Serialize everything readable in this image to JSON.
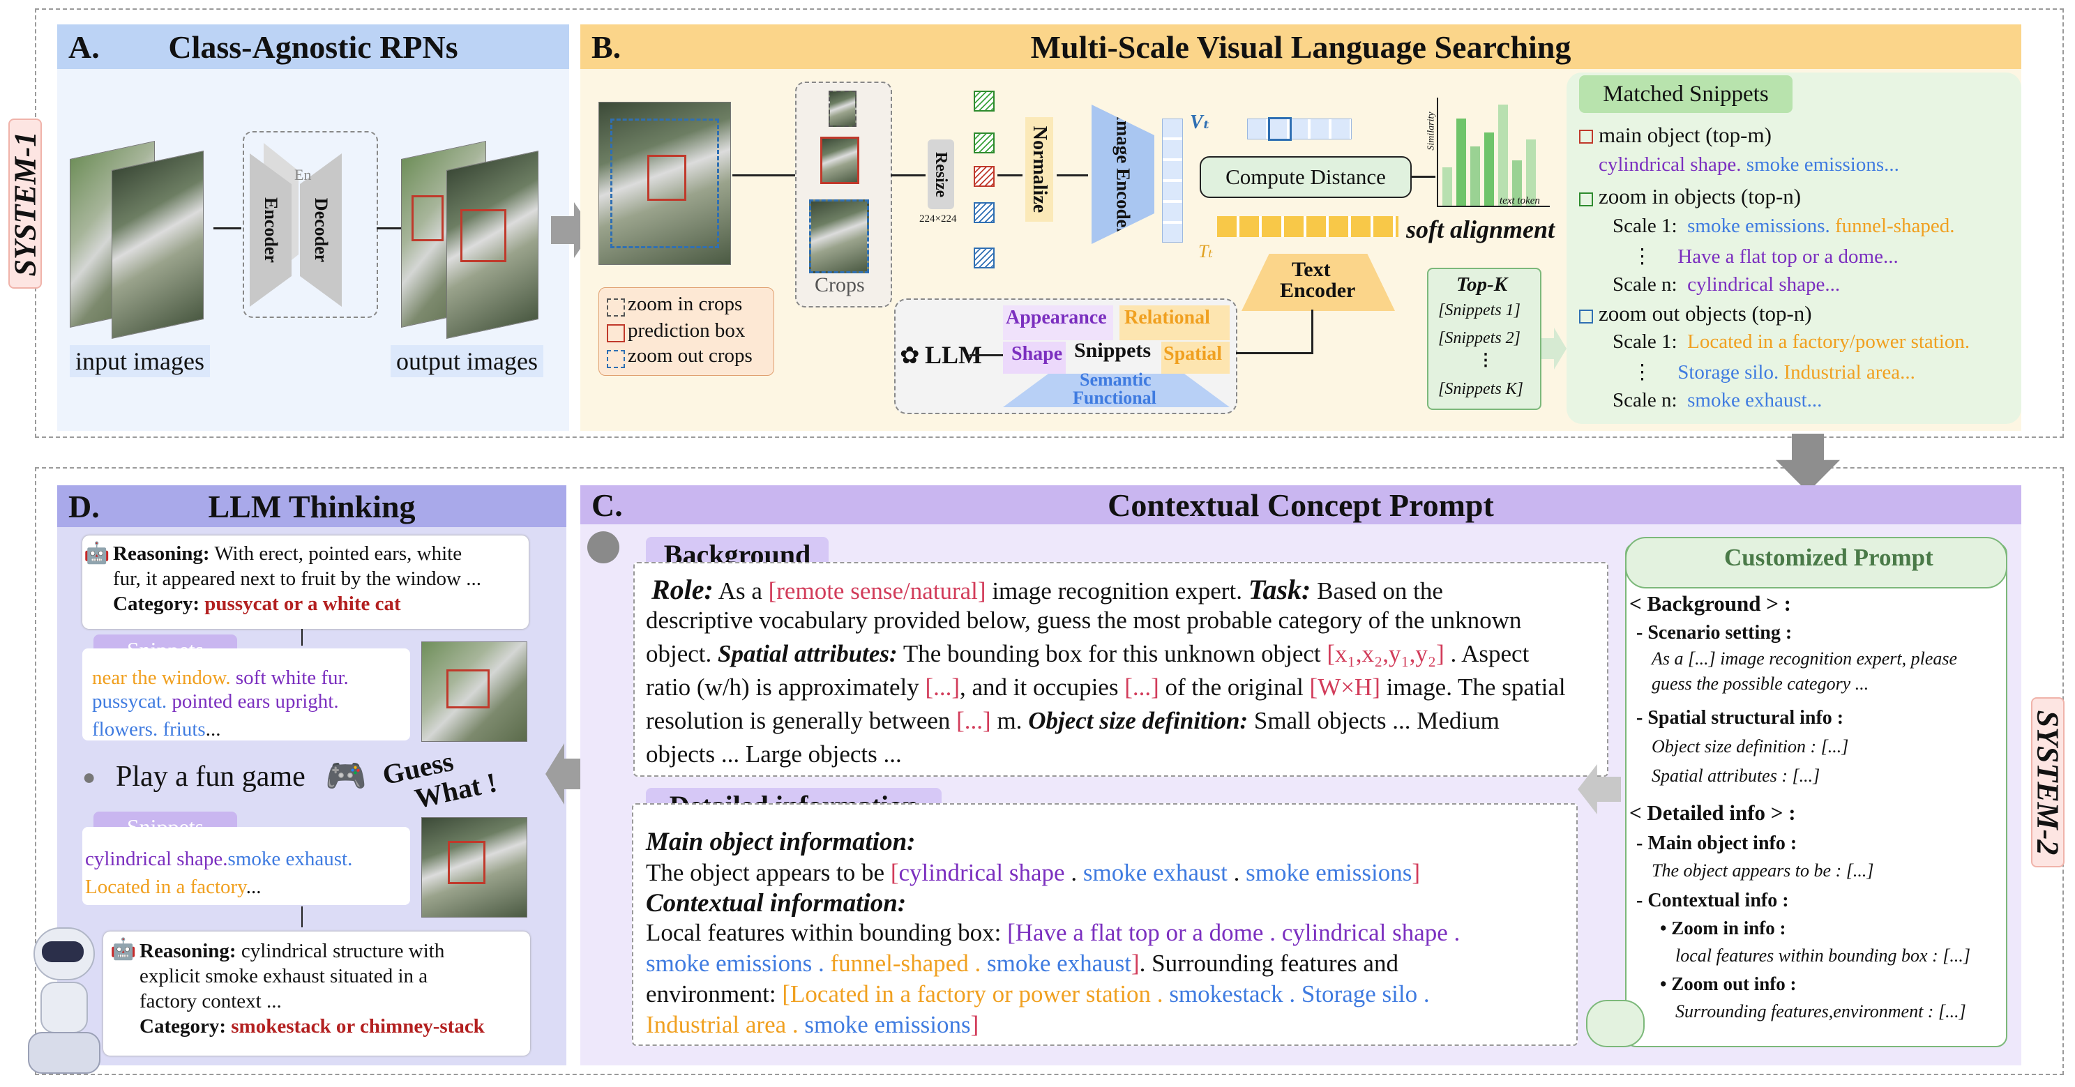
{
  "system1": "SYSTEM-1",
  "system2": "SYSTEM-2",
  "panelA": {
    "letter": "A.",
    "title": "Class-Agnostic RPNs",
    "encoder": "Encoder",
    "decoder": "Decoder",
    "enc_back1": "En",
    "enc_back2": "En",
    "input_label": "input  images",
    "output_label": "output  images"
  },
  "panelB": {
    "letter": "B.",
    "title": "Multi-Scale Visual Language Searching",
    "crops_label": "Crops",
    "resize": "Resize",
    "resize_size": "224×224",
    "normalize": "Normalize",
    "image_encoder": "Image Encoder",
    "vt": "Vₜ",
    "tt": "Tₜ",
    "compute_distance": "Compute Distance",
    "similarity": "Similarity",
    "text_token": "text token",
    "soft_alignment": "soft  alignment",
    "text_encoder_1": "Text",
    "text_encoder_2": "Encoder",
    "legend": [
      "zoom in crops",
      "prediction box",
      "zoom out crops"
    ],
    "llm": "LLM",
    "appearance": "Appearance",
    "relational": "Relational",
    "shape": "Shape",
    "snippets": "Snippets",
    "spatial": "Spatial",
    "semantic": "Semantic",
    "functional": "Functional",
    "topk_title": "Top-K",
    "topk_items": [
      "[Snippets 1]",
      "[Snippets 2]",
      "⋮",
      "[Snippets K]"
    ]
  },
  "matched": {
    "title": "Matched Snippets",
    "main_object": "main object (top-m)",
    "main_a": "cylindrical shape.",
    "main_b": "smoke emissions...",
    "zoom_in": "zoom in objects (top-n)",
    "zin_s1_label": "Scale 1:",
    "zin_s1_a": "smoke emissions.",
    "zin_s1_b": "funnel-shaped.",
    "zin_mid": "Have a flat top or a dome...",
    "zin_sn_label": "Scale n:",
    "zin_sn_a": "cylindrical shape...",
    "zoom_out": "zoom out objects (top-n)",
    "zout_s1_label": "Scale 1:",
    "zout_s1_a": "Located in a factory/power station.",
    "zout_mid_a": "Storage silo.",
    "zout_mid_b": "Industrial area...",
    "zout_sn_label": "Scale n:",
    "zout_sn_a": "smoke exhaust..."
  },
  "panelD": {
    "letter": "D.",
    "title": "LLM Thinking",
    "r1_label": "Reasoning:",
    "r1_text": "With erect, pointed ears, white",
    "r1_text2": "fur, it appeared next to fruit by the window ...",
    "c1_label": "Category:",
    "c1_value": "pussycat or a white cat",
    "snip_label": "Snippets",
    "s1_a": "near the window.",
    "s1_b": "soft white fur.",
    "s1_c": "pussycat.",
    "s1_d": "pointed ears upright.",
    "s1_e": "flowers.",
    "s1_f": "friuts",
    "s1_g": "...",
    "game": "Play a fun game",
    "guess": "Guess",
    "what": "What !",
    "snip2_label": "Snippets",
    "s2_a": "cylindrical shape.",
    "s2_b": "smoke exhaust.",
    "s2_c": "Located in a factory",
    "s2_d": "...",
    "r2_label": "Reasoning:",
    "r2_text": "cylindrical structure with",
    "r2_text2": "explicit smoke exhaust situated in a",
    "r2_text3": "factory context ...",
    "c2_label": "Category:",
    "c2_value": "smokestack or chimney-stack"
  },
  "panelC": {
    "letter": "C.",
    "title": "Contextual Concept Prompt",
    "bg_tag": "Background",
    "l1_role": "Role:",
    "l1_a": " As a ",
    "l1_b": "[remote sense/natural]",
    "l1_c": " image recognition expert. ",
    "l1_task": "Task:",
    "l1_d": " Based on the",
    "l2": "descriptive vocabulary provided below, guess the most probable category of the unknown",
    "l3_a": "object. ",
    "l3_sa": "Spatial attributes:",
    "l3_b": " The bounding box for this unknown object ",
    "l3_c": "[x₁,x₂,y₁,y₂]",
    "l3_d": " . Aspect",
    "l4_a": "ratio (w/h) is approximately ",
    "l4_b": "[...]",
    "l4_c": ", and it occupies ",
    "l4_d": "[...]",
    "l4_e": " of the original ",
    "l4_f": "[W×H]",
    "l4_g": " image. The spatial",
    "l5_a": "resolution is generally between ",
    "l5_b": "[...]",
    "l5_c": " m. ",
    "l5_osd": "Object size definition:",
    "l5_d": " Small objects ... Medium",
    "l6": "objects ... Large objects ...",
    "det_tag": "Detailed information",
    "main_info": "Main object information:",
    "d1_a": "The object appears to be ",
    "d1_b": "[",
    "d1_c": "cylindrical shape",
    "d1_sep1": " . ",
    "d1_d": "smoke exhaust",
    "d1_sep2": " . ",
    "d1_e": "smoke emissions",
    "d1_f": "]",
    "ctx_info": "Contextual information:",
    "d2_a": "Local features within bounding box: ",
    "d2_b": "[Have a flat top or a dome . cylindrical shape .",
    "d3_a": "smoke emissions . ",
    "d3_b": "funnel-shaped . ",
    "d3_c": "smoke exhaust",
    "d3_d": "]",
    "d3_e": ". Surrounding features and",
    "d4_a": "environment: ",
    "d4_b": "[Located in a factory or power station . ",
    "d4_c": "smokestack . Storage silo .",
    "d5_a": "Industrial area . ",
    "d5_b": "smoke emissions",
    "d5_c": "]"
  },
  "custom": {
    "title": "Customized Prompt",
    "bg": "< Background > :",
    "scenario": "- Scenario setting :",
    "scenario_t1": "As a [...] image recognition expert, please",
    "scenario_t2": "guess the possible category ...",
    "spatial": "- Spatial structural info :",
    "spatial_t1": "Object size definition : [...]",
    "spatial_t2": "Spatial attributes : [...]",
    "detailed": "< Detailed info > :",
    "main": "- Main object info :",
    "main_t": "The object appears to be : [...]",
    "ctx": "- Contextual info :",
    "zin": "• Zoom in info :",
    "zin_t": "local features within bounding box : [...]",
    "zout": "• Zoom out info :",
    "zout_t": "Surrounding features,environment : [...]"
  },
  "colors": {
    "panelA_bg": "#eef4fd",
    "panelA_hdr": "#bcd3f5",
    "panelB_bg": "#fdf6e3",
    "panelB_hdr": "#fbd58a",
    "panelC_bg": "#eee8fb",
    "panelC_hdr": "#c9b6f0",
    "panelD_bg": "#dcdcf6",
    "panelD_hdr": "#a9a9ea",
    "matched_bg": "#e8f5e3"
  }
}
